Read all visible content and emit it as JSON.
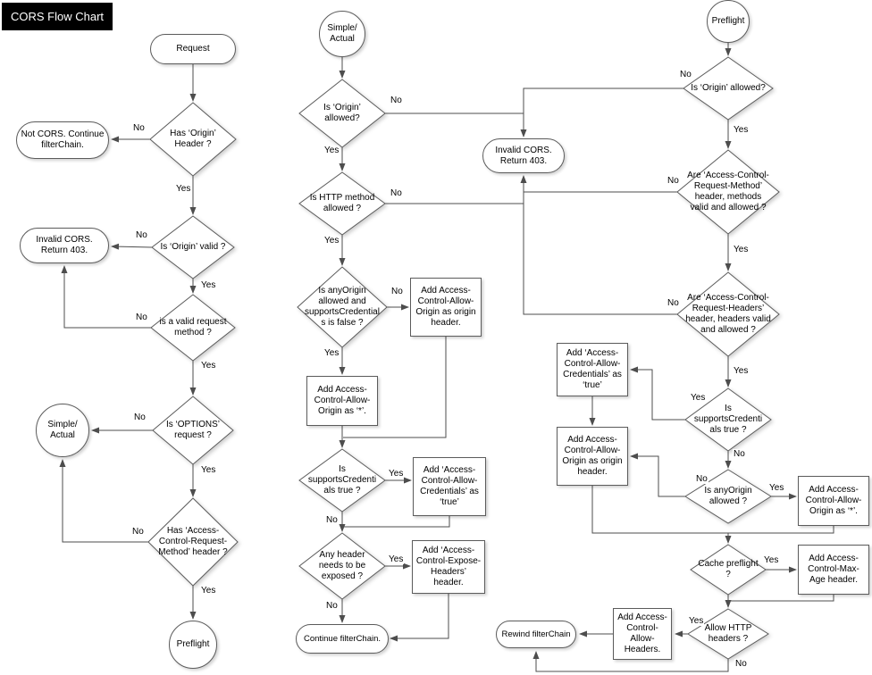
{
  "title": "CORS Flow Chart",
  "labels": {
    "yes": "Yes",
    "no": "No"
  },
  "nodes": {
    "request": "Request",
    "has_origin_header": "Has ‘Origin’ Header ?",
    "not_cors": "Not CORS. Continue filterChain.",
    "is_origin_valid": "Is ‘Origin’ valid ?",
    "invalid_cors_left": "Invalid CORS. Return 403.",
    "valid_request_method": "is a valid request method ?",
    "is_options_request": "Is ‘OPTIONS’ request ?",
    "simple_actual_left": "Simple/ Actual",
    "has_acrm_header": "Has ‘Access-Control-Request-Method’ header ?",
    "preflight_left": "Preflight",
    "simple_actual_mid": "Simple/ Actual",
    "is_origin_allowed_mid": "Is ‘Origin’ allowed?",
    "invalid_cors_mid": "Invalid CORS. Return 403.",
    "is_http_method_allowed": "Is HTTP method allowed ?",
    "anyorigin_supports_false": "Is anyOrigin allowed and supportsCredentials is false ?",
    "add_origin_header_mid": "Add Access-Control-Allow-Origin as origin header.",
    "add_star_mid": "Add Access-Control-Allow-Origin as ‘*’.",
    "is_supports_cred_mid": "Is supportsCredentials true ?",
    "add_cred_true_mid": "Add ‘Access-Control-Allow-Credentials’ as ‘true’",
    "any_header_exposed": "Any header needs to be exposed ?",
    "add_expose_headers": "Add ‘Access-Control-Expose-Headers’ header.",
    "continue_filterchain": "Continue filterChain.",
    "preflight_right": "Preflight",
    "is_origin_allowed_right": "Is ‘Origin’ allowed?",
    "acrm_valid_allowed": "Are ‘Access-Control-Request-Method’ header, methods  valid and allowed ?",
    "acrh_valid_allowed": "Are ‘Access-Control-Request-Headers’ header, headers valid and allowed ?",
    "is_supports_cred_right": "Is supportsCredentials true ?",
    "add_cred_true_right": "Add ‘Access-Control-Allow-Credentials’ as ‘true’",
    "add_origin_header_right": "Add Access-Control-Allow-Origin as origin header.",
    "is_anyorigin_allowed": "Is anyOrigin allowed ?",
    "add_star_right": "Add Access-Control-Allow-Origin as ‘*’.",
    "cache_preflight": "Cache preflight ?",
    "add_max_age": "Add Access-Control-Max-Age header.",
    "allow_http_headers": "Allow HTTP headers ?",
    "add_allow_headers": "Add Access-Control-Allow-Headers.",
    "rewind_filterchain": "Rewind filterChain"
  }
}
